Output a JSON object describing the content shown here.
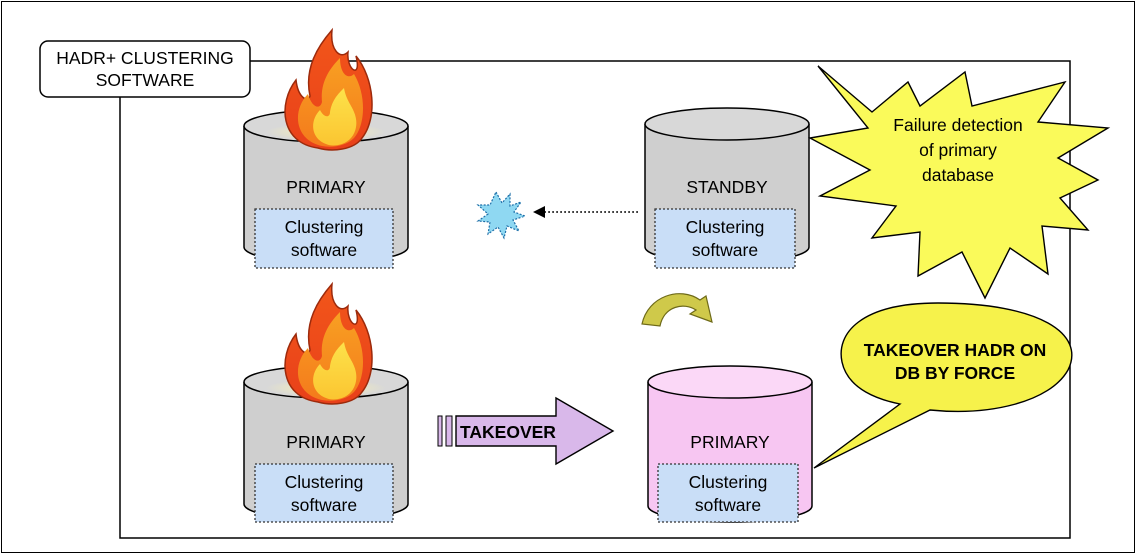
{
  "title_box": {
    "line1": "HADR+ CLUSTERING",
    "line2": "SOFTWARE"
  },
  "top_primary": {
    "label": "PRIMARY",
    "tag_line1": "Clustering",
    "tag_line2": "software"
  },
  "top_standby": {
    "label": "STANDBY",
    "tag_line1": "Clustering",
    "tag_line2": "software"
  },
  "bottom_primary_failed": {
    "label": "PRIMARY",
    "tag_line1": "Clustering",
    "tag_line2": "software"
  },
  "bottom_new_primary": {
    "label": "PRIMARY",
    "tag_line1": "Clustering",
    "tag_line2": "software"
  },
  "callout_failure": {
    "line1": "Failure detection",
    "line2": "of primary",
    "line3": "database"
  },
  "callout_takeover": {
    "line1": "TAKEOVER HADR ON",
    "line2": "DB BY FORCE"
  },
  "takeover_arrow": {
    "label": "TAKEOVER"
  },
  "colors": {
    "cylinder_gray": "#cfcfcf",
    "cylinder_pink": "#f7c6f2",
    "tag_blue": "#c9def7",
    "starburst_yellow": "#fafa5a",
    "speech_yellow": "#f6f24b",
    "spark_cyan": "#8fd8f2",
    "arrow_lavender": "#d9b8ea",
    "curved_arrow_olive": "#cfc94a"
  }
}
